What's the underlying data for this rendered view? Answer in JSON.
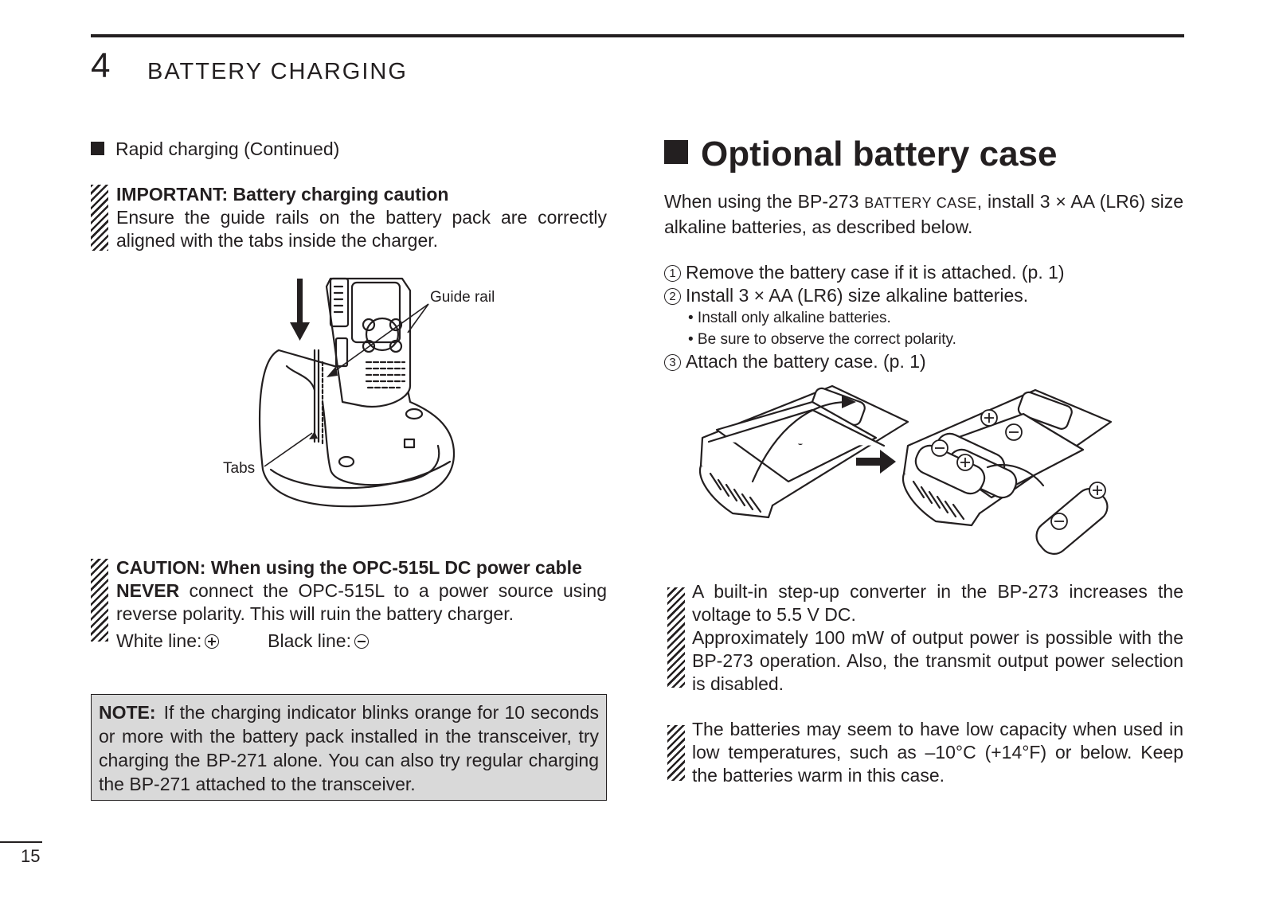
{
  "header": {
    "chapter_number": "4",
    "chapter_title": "BATTERY CHARGING"
  },
  "left": {
    "section_continued": "Rapid charging (Continued)",
    "important": {
      "title": "IMPORTANT: Battery charging caution",
      "text": "Ensure the guide rails on the battery pack are correctly aligned with the tabs inside the charger."
    },
    "figure": {
      "label_guide_rail": "Guide rail",
      "label_tabs": "Tabs"
    },
    "caution": {
      "title": "CAUTION: When using the OPC-515L DC power cable",
      "never": "NEVER",
      "text": " connect the OPC-515L to a power source using reverse polarity. This will ruin the battery charger.",
      "white_line": "White line:",
      "black_line": "Black line:"
    },
    "note": {
      "label": "NOTE:",
      "text": "If the charging indicator blinks orange for 10 seconds or more with the battery pack installed in the transceiver, try charging the BP-271 alone. You can also try regular charging the BP-271 attached to the transceiver."
    }
  },
  "right": {
    "title": "Optional battery case",
    "intro_a": "When using the BP-273 ",
    "intro_sc": "BATTERY CASE",
    "intro_b": ", install 3 × AA (LR6) size alkaline batteries, as described below.",
    "steps": [
      {
        "num": "1",
        "text": "Remove the battery case if it is attached. (p. 1)"
      },
      {
        "num": "2",
        "text": "Install 3 × AA (LR6) size alkaline batteries."
      },
      {
        "num": "3",
        "text": "Attach the battery case. (p. 1)"
      }
    ],
    "bullets": [
      "• Install only alkaline batteries.",
      "• Be sure to observe the correct polarity."
    ],
    "note1": "A built-in step-up converter in the BP-273 increases the voltage to 5.5 V DC.",
    "note2": "Approximately 100 mW of output power is possible with the BP-273 operation. Also, the transmit output power selection is disabled.",
    "note3": "The batteries may seem to have low capacity when used in low temperatures, such as –10°C (+14°F) or below. Keep the batteries warm in this case."
  },
  "footer": {
    "page_number": "15"
  }
}
